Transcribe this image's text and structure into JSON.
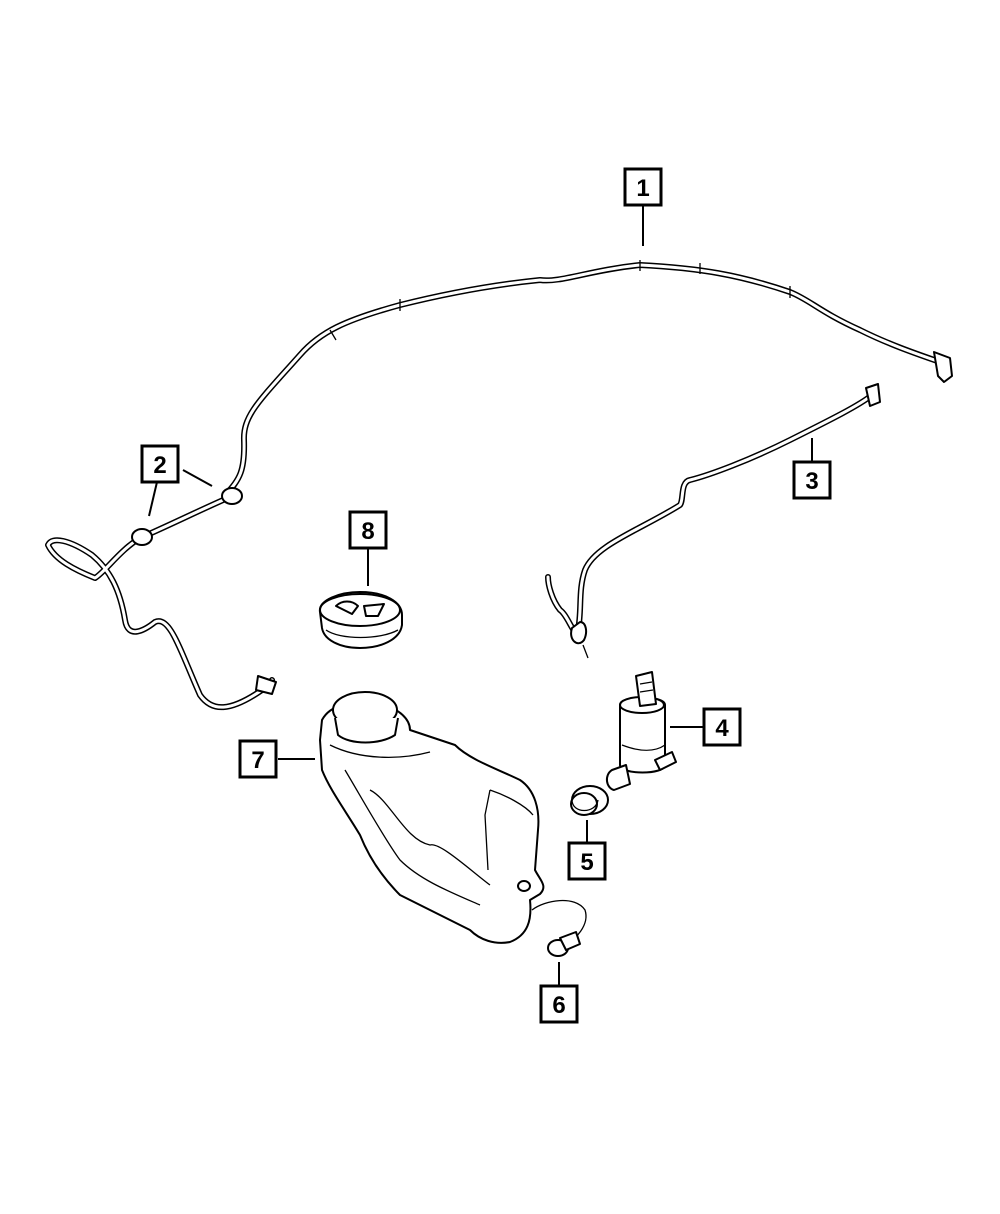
{
  "colors": {
    "line": "#000000",
    "background": "#ffffff"
  },
  "callouts": [
    {
      "id": "1",
      "label": "1"
    },
    {
      "id": "2",
      "label": "2"
    },
    {
      "id": "3",
      "label": "3"
    },
    {
      "id": "4",
      "label": "4"
    },
    {
      "id": "5",
      "label": "5"
    },
    {
      "id": "6",
      "label": "6"
    },
    {
      "id": "7",
      "label": "7"
    },
    {
      "id": "8",
      "label": "8"
    }
  ]
}
